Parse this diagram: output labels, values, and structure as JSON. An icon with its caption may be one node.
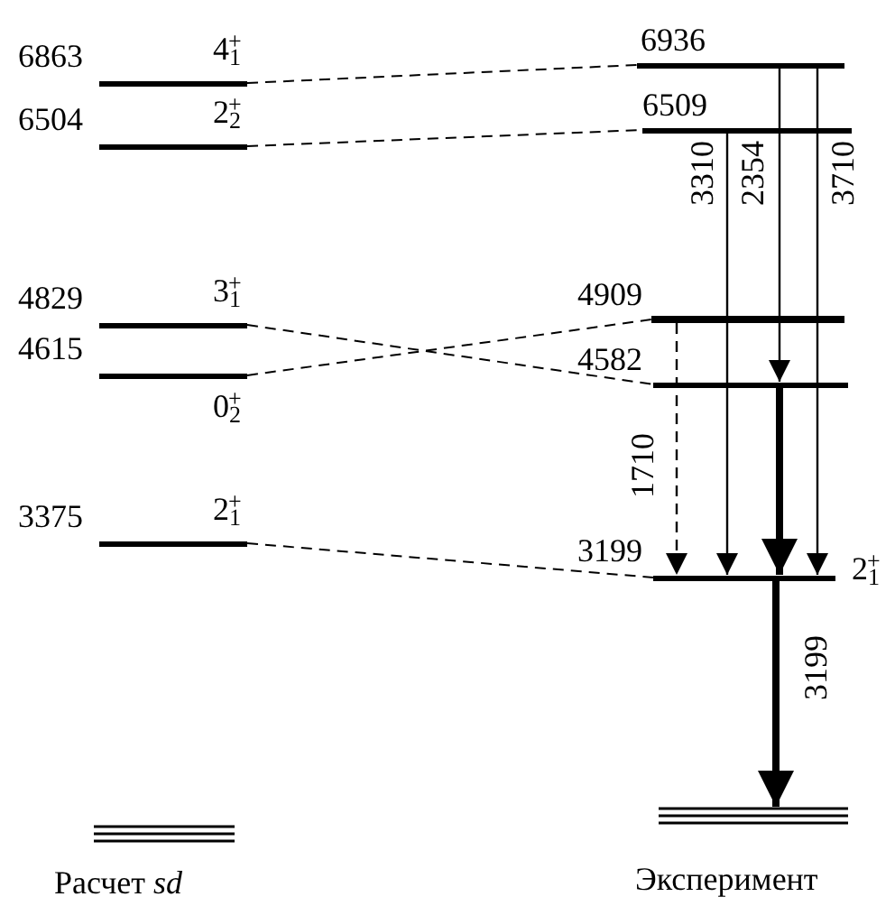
{
  "diagram": {
    "nodes": [
      {
        "text": [
          "6863",
          "4$_{1}$$^{+}$"
        ]
      },
      {
        "text": [
          "6504",
          "2$_{2}$$^{+}$"
        ]
      },
      {
        "text": [
          "4829",
          "3$_{1}$$^{+}$"
        ]
      },
      {
        "text": [
          "4615",
          "0$_{2}$$^{+}$"
        ]
      },
      {
        "text": [
          "3375",
          "2$_{1}$$^{+}$"
        ]
      },
      {
        "text": [
          "Расчет *sd*"
        ]
      },
      {
        "text": [
          "6936"
        ]
      },
      {
        "text": [
          "6509"
        ]
      },
      {
        "text": [
          "4909"
        ]
      },
      {
        "text": [
          "4582"
        ]
      },
      {
        "text": [
          "3199",
          "2$_{1}$$^{+}$"
        ]
      },
      {
        "text": [
          "Эксперимент"
        ]
      }
    ],
    "edges": [
      {
        "from": 0,
        "to": 6,
        "arrow": "none",
        "style": "dashed"
      },
      {
        "from": 1,
        "to": 7,
        "arrow": "none",
        "style": "dashed"
      },
      {
        "from": 2,
        "to": 9,
        "arrow": "none",
        "style": "dashed"
      },
      {
        "from": 3,
        "to": 8,
        "arrow": "none",
        "style": "dashed"
      },
      {
        "from": 4,
        "to": 10,
        "arrow": "none",
        "style": "dashed"
      },
      {
        "from": 6,
        "to": 9,
        "arrow": "to",
        "label": "2354"
      },
      {
        "from": 7,
        "to": 10,
        "arrow": "to",
        "label": "3310"
      },
      {
        "from": 6,
        "to": 10,
        "arrow": "to",
        "label": "3710"
      },
      {
        "from": 8,
        "to": 10,
        "arrow": "to",
        "label": "1710",
        "style": "dashed"
      },
      {
        "from": 9,
        "to": 10,
        "arrow": "to",
        "style": "thick"
      },
      {
        "from": 10,
        "to": 11,
        "arrow": "to",
        "label": "3199",
        "style": "thick"
      }
    ]
  }
}
